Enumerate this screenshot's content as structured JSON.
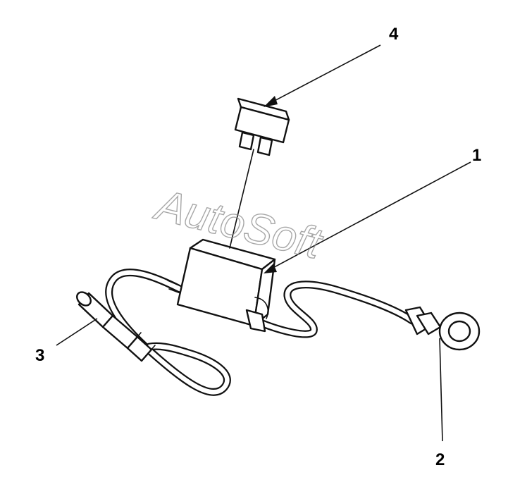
{
  "callouts": {
    "c1": "1",
    "c2": "2",
    "c3": "3",
    "c4": "4"
  },
  "watermark": {
    "text": "AutoSoft"
  },
  "colors": {
    "ink": "#111111",
    "watermark": "#8a8a8a",
    "background": "#ffffff"
  }
}
